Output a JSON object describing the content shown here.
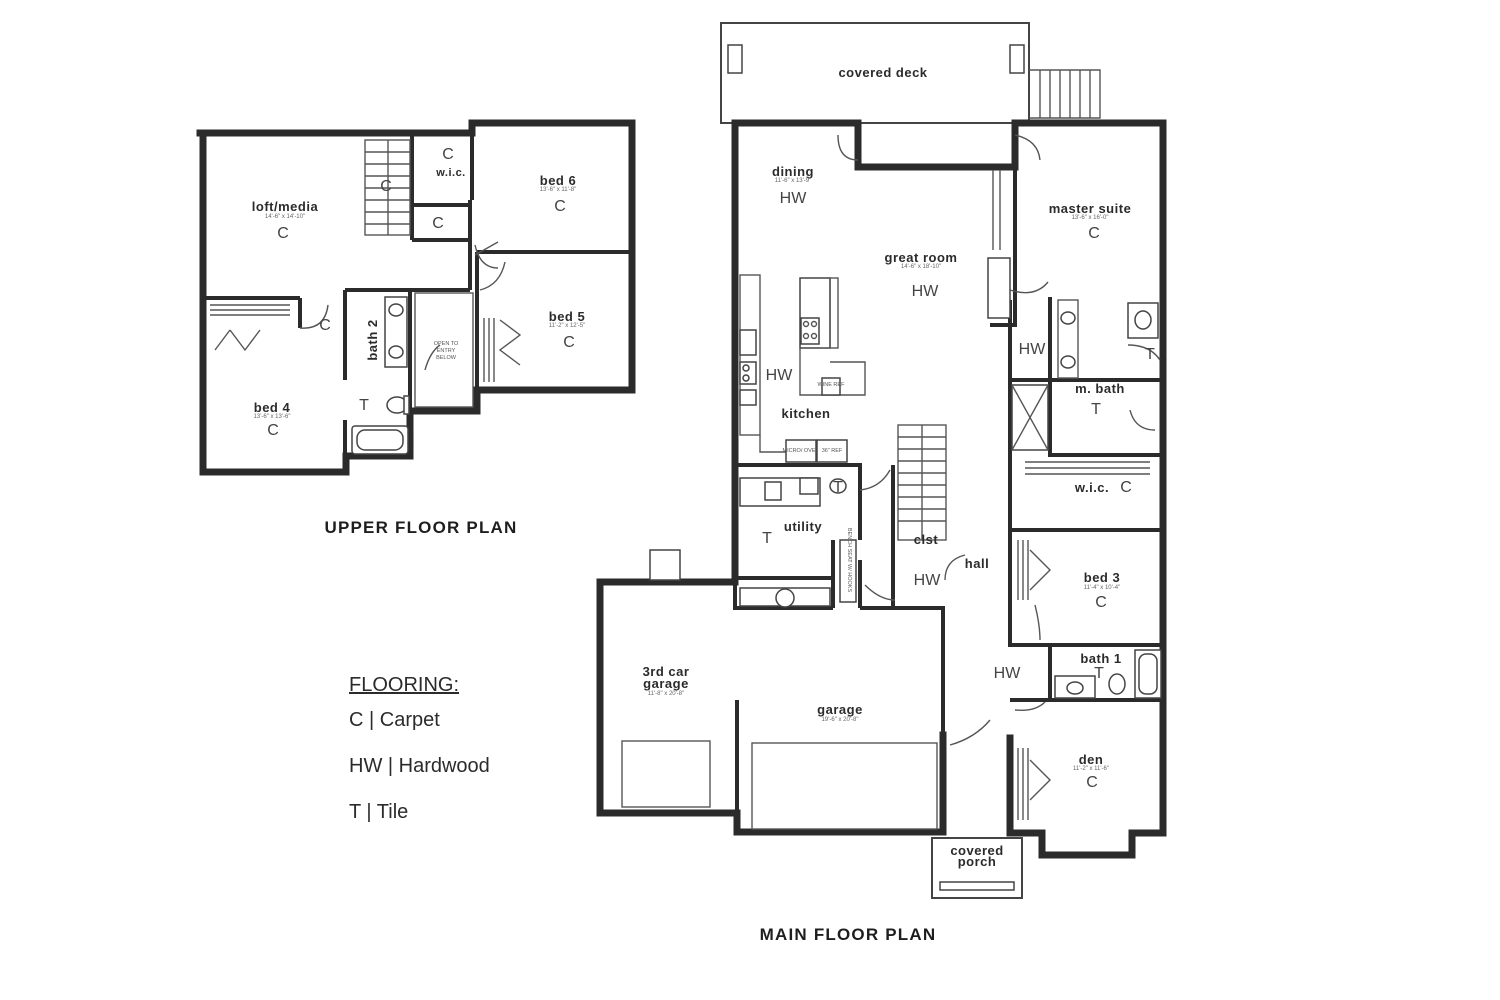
{
  "upper": {
    "title": "UPPER FLOOR PLAN",
    "rooms": {
      "loft": {
        "name": "loft/media",
        "dim": "14'-6\" x 14'-10\"",
        "code": "C"
      },
      "bed6": {
        "name": "bed 6",
        "dim": "13'-6\" x 11'-8\"",
        "code": "C"
      },
      "bed5": {
        "name": "bed 5",
        "dim": "11'-2\" x 12'-5\"",
        "code": "C"
      },
      "bed4": {
        "name": "bed 4",
        "dim": "13'-6\" x 13'-6\"",
        "code": "C"
      },
      "bath2": {
        "name": "bath 2",
        "code": "T"
      },
      "wic": {
        "name": "w.i.c.",
        "code": "C"
      },
      "stair_c": "C",
      "closet1": "C",
      "closet2": "C"
    },
    "note": [
      "OPEN TO",
      "ENTRY",
      "BELOW"
    ]
  },
  "main": {
    "title": "MAIN FLOOR PLAN",
    "rooms": {
      "deck": {
        "name": "covered deck"
      },
      "dining": {
        "name": "dining",
        "dim": "11'-6\" x 13'-9\"",
        "code": "HW"
      },
      "great": {
        "name": "great room",
        "dim": "14'-6\" x 18'-10\"",
        "code": "HW"
      },
      "master": {
        "name": "master suite",
        "dim": "13'-6\" x 16'-0\"",
        "code": "C"
      },
      "kitchen": {
        "name": "kitchen",
        "code": "HW"
      },
      "mbath": {
        "name": "m. bath",
        "code": "T"
      },
      "wic": {
        "name": "w.i.c.",
        "code": "C"
      },
      "utility": {
        "name": "utility",
        "code": "T"
      },
      "clst": {
        "name": "clst",
        "code": "HW"
      },
      "hall": {
        "name": "hall",
        "code": "HW"
      },
      "hall2_code": "HW",
      "utility_t2": "T",
      "mbath_t2": "T",
      "bed3": {
        "name": "bed 3",
        "dim": "11'-4\" x 10'-4\"",
        "code": "C"
      },
      "bath1": {
        "name": "bath 1",
        "code": "T"
      },
      "garage3": {
        "name": "3rd car",
        "name2": "garage",
        "dim": "11'-8\" x 20'-8\""
      },
      "garage": {
        "name": "garage",
        "dim": "19'-6\" x 20'-8\""
      },
      "den": {
        "name": "den",
        "dim": "11'-2\" x 11'-6\"",
        "code": "C"
      },
      "porch": {
        "name": "covered",
        "name2": "porch"
      }
    },
    "kitchen_notes": {
      "mw": "MICRO/ OVEN",
      "ref": "36\" REF",
      "bench": "BENCH SEAT W/ HOOKS",
      "wine": "WINE REF"
    }
  },
  "legend": {
    "title": "FLOORING:",
    "items": [
      "C | Carpet",
      "HW | Hardwood",
      "T | Tile"
    ]
  }
}
